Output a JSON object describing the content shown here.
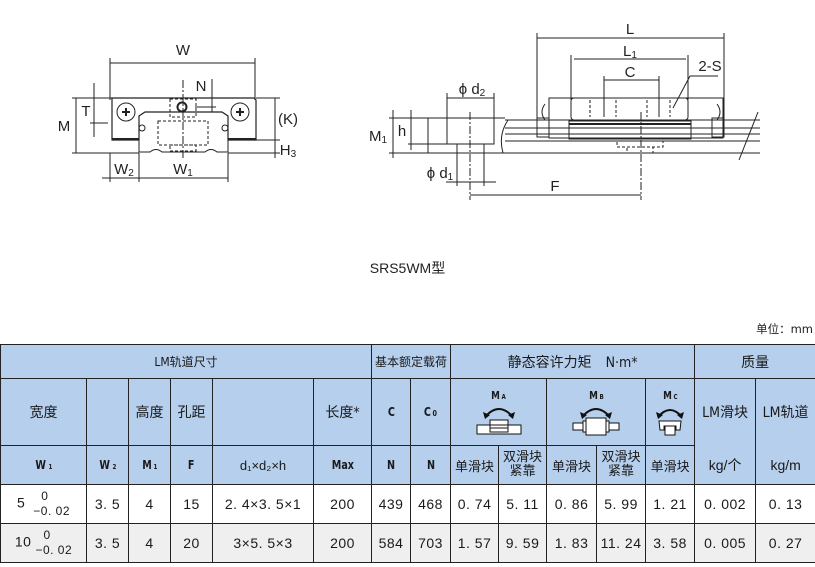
{
  "drawing": {
    "front_view_labels": {
      "W": "W",
      "N": "N",
      "T": "T",
      "M": "M",
      "K": "(K)",
      "H3": "H",
      "H3_sub": "3",
      "W2": "W",
      "W2_sub": "2",
      "W1": "W",
      "W1_sub": "1"
    },
    "side_view_labels": {
      "L": "L",
      "L1": "L",
      "L1_sub": "1",
      "C": "C",
      "S": "2-S",
      "d2": "ϕ d",
      "d2_sub": "2",
      "d1": "ϕ d",
      "d1_sub": "1",
      "M1": "M",
      "M1_sub": "1",
      "h": "h",
      "F": "F"
    }
  },
  "model_name": "SRS5WM型",
  "unit_note": "单位：mm",
  "table": {
    "group_headers": {
      "rail_dims": "LM轨道尺寸",
      "basic_load": "基本额定载荷",
      "static_moment": "静态容许力矩　N·m*",
      "mass": "质量"
    },
    "sub_headers": {
      "width": "宽度",
      "height": "高度",
      "pitch": "孔距",
      "length": "长度*",
      "C": "C",
      "C0": "C",
      "C0_sub": "0",
      "MA": "M",
      "MA_sub": "A",
      "MB": "M",
      "MB_sub": "B",
      "MC": "M",
      "MC_sub": "C",
      "block_mass": "LM滑块",
      "rail_mass": "LM轨道"
    },
    "symbol_row": {
      "W1": "W",
      "W1_sub": "1",
      "W2": "W",
      "W2_sub": "2",
      "M1": "M",
      "M1_sub": "1",
      "F": "F",
      "dxdxh": "d₁×d₂×h",
      "max": "Max",
      "C_unit": "N",
      "C0_unit": "N",
      "single1": "单滑块",
      "double1": "双滑块紧靠",
      "single2": "单滑块",
      "double2": "双滑块紧靠",
      "single3": "单滑块",
      "block_unit": "kg/个",
      "rail_unit": "kg/m"
    },
    "rows": [
      {
        "W1": "5",
        "tol_upper": "0",
        "tol_lower": "−0. 02",
        "W2": "3. 5",
        "M1": "4",
        "F": "15",
        "dxdxh": "2. 4×3. 5×1",
        "max": "200",
        "C": "439",
        "C0": "468",
        "MA_single": "0. 74",
        "MA_double": "5. 11",
        "MB_single": "0. 86",
        "MB_double": "5. 99",
        "MC_single": "1. 21",
        "block_mass": "0. 002",
        "rail_mass": "0. 13"
      },
      {
        "W1": "10",
        "tol_upper": "0",
        "tol_lower": "−0. 02",
        "W2": "3. 5",
        "M1": "4",
        "F": "20",
        "dxdxh": "3×5. 5×3",
        "max": "200",
        "C": "584",
        "C0": "703",
        "MA_single": "1. 57",
        "MA_double": "9. 59",
        "MB_single": "1. 83",
        "MB_double": "11. 24",
        "MC_single": "3. 58",
        "block_mass": "0. 005",
        "rail_mass": "0. 27"
      }
    ]
  },
  "colors": {
    "header_bg": "#b5cfed",
    "alt_row_bg": "#efefef",
    "border": "#222222"
  }
}
